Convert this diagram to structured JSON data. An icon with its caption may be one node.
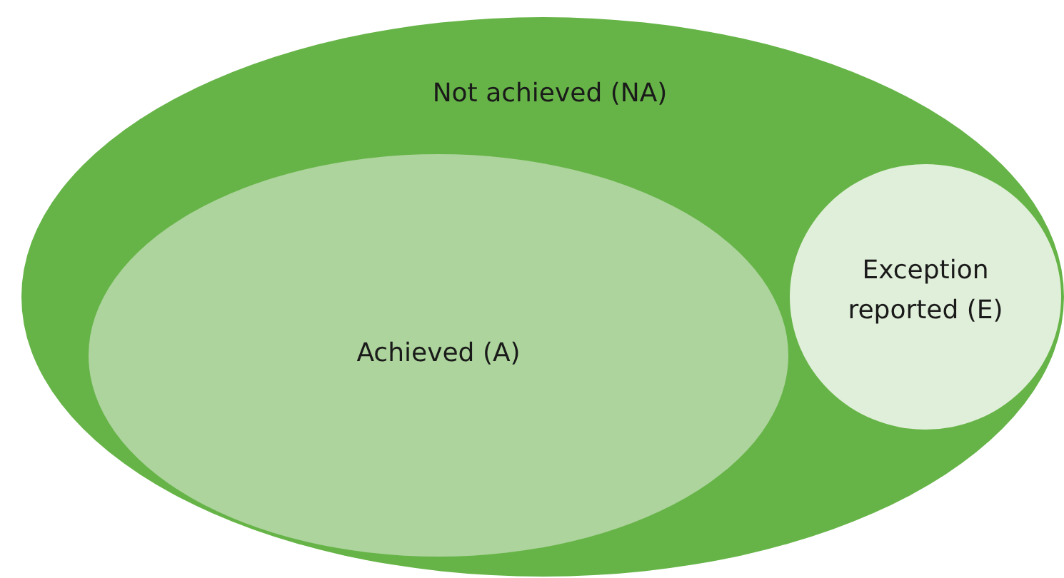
{
  "diagram": {
    "nodes": [
      {
        "text": [
          "Not achieved (NA)"
        ]
      },
      {
        "text": [
          "Achieved (A)"
        ],
        "in": 0
      },
      {
        "text": [
          "Exception reported (E)"
        ],
        "in": 0
      }
    ]
  }
}
